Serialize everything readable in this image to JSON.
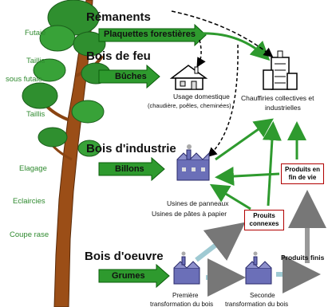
{
  "left_labels": {
    "futaie": "Futaie",
    "taillis_sous_futaie": [
      "Taillis",
      "sous futaie"
    ],
    "taillis": "Taillis",
    "elagage": "Elagage",
    "eclaircies": "Eclaircies",
    "coupe_rase": "Coupe rase"
  },
  "categories": {
    "remanents": "Rémanents",
    "bois_de_feu": "Bois de feu",
    "bois_industrie": "Bois d'industrie",
    "bois_oeuvre": "Bois d'oeuvre"
  },
  "arrows": {
    "plaquettes": "Plaquettes forestières",
    "buches": "Bûches",
    "billons": "Billons",
    "grumes": "Grumes"
  },
  "destinations": {
    "usage_domestique": [
      "Usage domestique",
      "(chaudière, poêles, cheminées)"
    ],
    "chaufferies": [
      "Chauffiries collectives et",
      "industrielles"
    ],
    "usines": [
      "Usines de panneaux",
      "Usines de pâtes à papier"
    ],
    "premiere": [
      "Première",
      "transformation du bois"
    ],
    "seconde": [
      "Seconde",
      "transformation du bois"
    ]
  },
  "boxes": {
    "produits_fin_vie": [
      "Produits en",
      "fin de vie"
    ],
    "produits_connexes": [
      "Prouits",
      "connexes"
    ],
    "produits_finis": "Produits finis"
  },
  "colors": {
    "arrow_green": "#2e9a2e",
    "light_arrow": "#b8dde4",
    "tree_trunk": "#9b4e17",
    "foliage": "#2f8f2f",
    "left_label": "#2f8a2f",
    "box_border": "#b10000"
  }
}
